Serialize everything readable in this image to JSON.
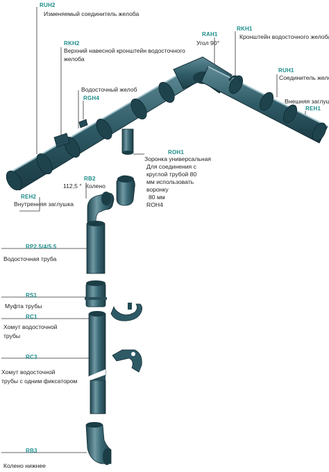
{
  "accent": "#1d8c8a",
  "pipe_color": "#2e5a66",
  "labels": {
    "ruh2_code": "RUH2",
    "ruh2_text": "Изменяемый  соединитель желоба",
    "rkh2_code": "RKH2",
    "rkh2_text_1": "Верхний навесной кронштейн водосточного",
    "rkh2_text_2": "желоба",
    "gutter_text": "Водосточный желоб",
    "rgh4_code": "RGH4",
    "rah1_code": "RAH1",
    "rah1_text": "Угол 90°",
    "rkh1_code": "RKH1",
    "rkh1_text": "Кронштейн водосточного желоба",
    "ruh1_code": "RUH1",
    "ruh1_text": "Соединитель желоба",
    "outer_cap_text": "Внешняя заглушка",
    "reh1_code": "REH1",
    "roh1_code": "ROH1",
    "roh1_text_1": "Зоронка универсальная",
    "roh1_text_2": "Для соединения с",
    "roh1_text_3": "круглой трубой 80",
    "roh1_text_4": "мм использовать",
    "roh1_text_5": "воронку",
    "roh1_text_6": "80 мм",
    "roh1_text_7": "ROH4",
    "rb2_code": "RB2",
    "rb2_angle": "112,5 °",
    "rb2_text": "Колено",
    "reh2_code": "REH2",
    "reh2_text": "Внутренняя заглушка",
    "rp_code": "RP2.5/4/5.5",
    "rp_text": "Водосточная труба",
    "rs1_code": "RS1",
    "rs1_text": "Муфта трубы",
    "rc1_code": "RC1",
    "rc1_text_1": "Хомут водосточной",
    "rc1_text_2": "трубы",
    "rc3_code": "RC3",
    "rc3_text_1": "Хомут водосточной",
    "rc3_text_2": "трубы с одним фиксатором",
    "rb3_code": "RB3",
    "rb3_text": "Колено нижнее"
  }
}
